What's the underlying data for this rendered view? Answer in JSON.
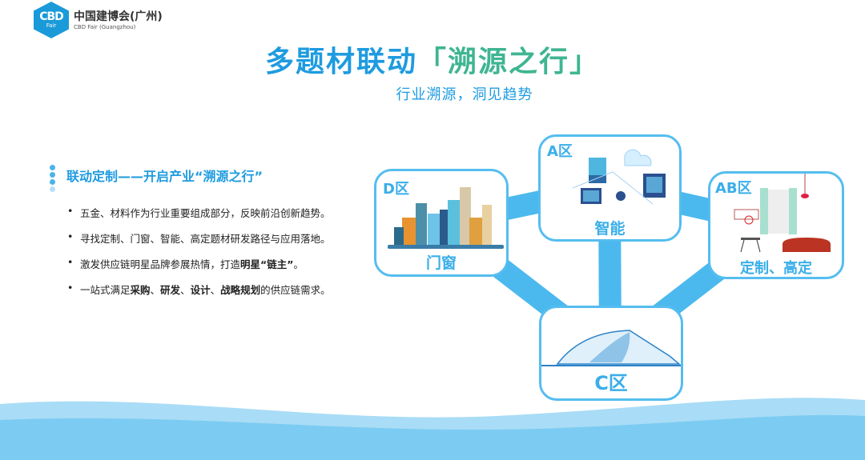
{
  "logo": {
    "mark_top": "CBD",
    "mark_bottom": "Fair",
    "name_cn": "中国建博会(广州)",
    "name_en": "CBD Fair (Guangzhou)"
  },
  "header": {
    "title_main": "多题材联动",
    "title_highlight": "「溯源之行」",
    "subtitle": "行业溯源，洞见趋势"
  },
  "section": {
    "title": "联动定制——开启产业“溯源之行”",
    "bullets": [
      {
        "parts": [
          "五金、材料作为行业重要组成部分，反映前沿创新趋势。"
        ]
      },
      {
        "parts": [
          "寻找定制、门窗、智能、高定题材研发路径与应用落地。"
        ]
      },
      {
        "text1": "激发供应链明星品牌参展热情，打造",
        "bold1": "明星“链主”",
        "text2": "。"
      },
      {
        "text1": "一站式满足",
        "bold1": "采购",
        "text2": "、",
        "bold2": "研发",
        "text3": "、",
        "bold3": "设计",
        "text4": "、",
        "bold4": "战略规划",
        "text5": "的供应链需求。"
      }
    ]
  },
  "zones": {
    "a": {
      "label": "A区",
      "caption": "智能"
    },
    "d": {
      "label": "D区",
      "caption": "门窗"
    },
    "ab": {
      "label": "AB区",
      "caption": "定制、高定"
    },
    "c": {
      "label": "C区"
    }
  },
  "colors": {
    "blue": "#1e9be0",
    "green": "#3fb592",
    "connector": "#4cb9ee",
    "wave": "#7ccbf2"
  }
}
